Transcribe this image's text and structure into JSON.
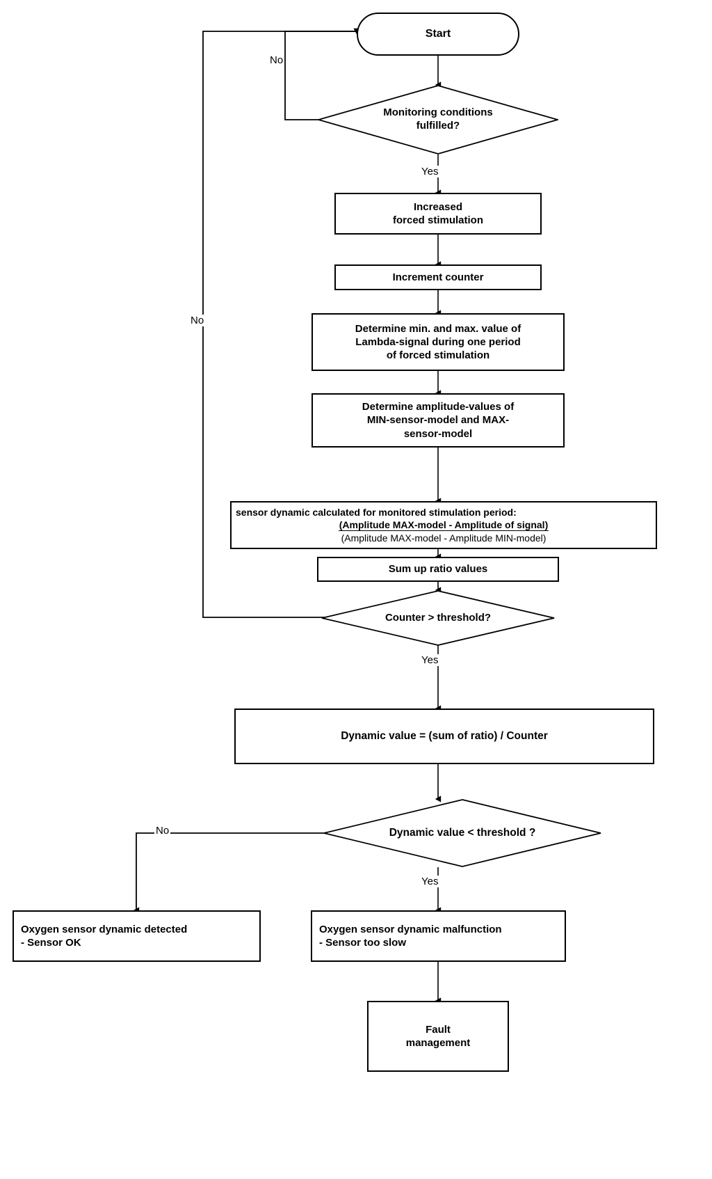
{
  "diagram": {
    "title": "Oxygen sensor dynamic monitoring flowchart",
    "nodes": {
      "start": {
        "label": "Start",
        "shape": "terminator"
      },
      "monitoring_conditions": {
        "label": "Monitoring  conditions\nfulfilled?",
        "shape": "decision"
      },
      "increased_forced_stimulation": {
        "label": "Increased\nforced stimulation",
        "shape": "process"
      },
      "increment_counter": {
        "label": "Increment counter",
        "shape": "process"
      },
      "determine_min_max": {
        "label": "Determine min. and max. value of\nLambda-signal during one period\nof forced stimulation",
        "shape": "process"
      },
      "determine_amplitude_values": {
        "label": "Determine amplitude-values of\nMIN-sensor-model and MAX-\nsensor-model",
        "shape": "process"
      },
      "sensor_dynamic_formula": {
        "shape": "process",
        "line1": "sensor dynamic calculated for monitored stimulation period:",
        "numerator": "(Amplitude MAX-model  - Amplitude of signal)",
        "denominator": "(Amplitude MAX-model - Amplitude MIN-model)"
      },
      "sum_up_ratio_values": {
        "label": "Sum up ratio values",
        "shape": "process"
      },
      "counter_threshold": {
        "label": "Counter > threshold?",
        "shape": "decision"
      },
      "dynamic_value_calc": {
        "label": "Dynamic value = (sum of ratio) / Counter",
        "shape": "process"
      },
      "dynamic_value_threshold": {
        "label": "Dynamic value < threshold ?",
        "shape": "decision"
      },
      "sensor_ok": {
        "label": "Oxygen sensor dynamic detected\n- Sensor OK",
        "shape": "process"
      },
      "sensor_malfunction": {
        "label": "Oxygen sensor dynamic malfunction\n- Sensor too slow",
        "shape": "process"
      },
      "fault_management": {
        "label": "Fault\nmanagement",
        "shape": "process"
      }
    },
    "edge_labels": {
      "monitoring_no": "No",
      "monitoring_yes": "Yes",
      "counter_no": "No",
      "counter_yes": "Yes",
      "dynamic_no": "No",
      "dynamic_yes": "Yes"
    },
    "colors": {
      "stroke": "#000000",
      "fill": "#ffffff",
      "text": "#000000"
    }
  }
}
